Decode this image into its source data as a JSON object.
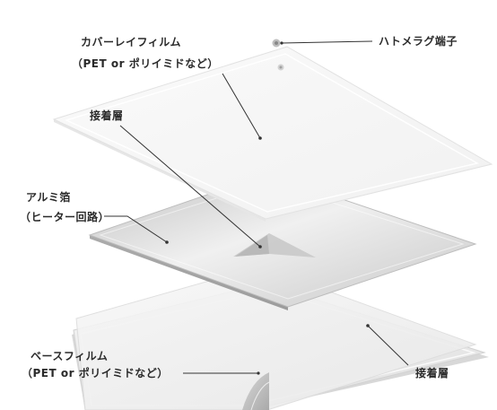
{
  "labels": {
    "grommet_terminal": "ハトメラグ端子",
    "cover_film": "カバーレイフィルム",
    "cover_film_material": "（PET or ポリイミドなど）",
    "adhesive_upper": "接着層",
    "aluminum_foil": "アルミ箔",
    "aluminum_foil_note": "（ヒーター回路）",
    "adhesive_lower": "接着層",
    "base_film": "ベースフィルム",
    "base_film_material": "（PET or ポリイミドなど）"
  },
  "colors": {
    "text": "#2a2a2a",
    "leader_line": "#333333",
    "cover_layer": "#f6f6f6",
    "adhesive_layer": "#eeeeee",
    "foil_layer": "#cfcfcf",
    "sheet_edge": "#dddddd",
    "terminal": "#bbbbbb"
  },
  "icons": {
    "terminal": "grommet-lug-terminal",
    "peel_corner": "peeled-corner"
  }
}
